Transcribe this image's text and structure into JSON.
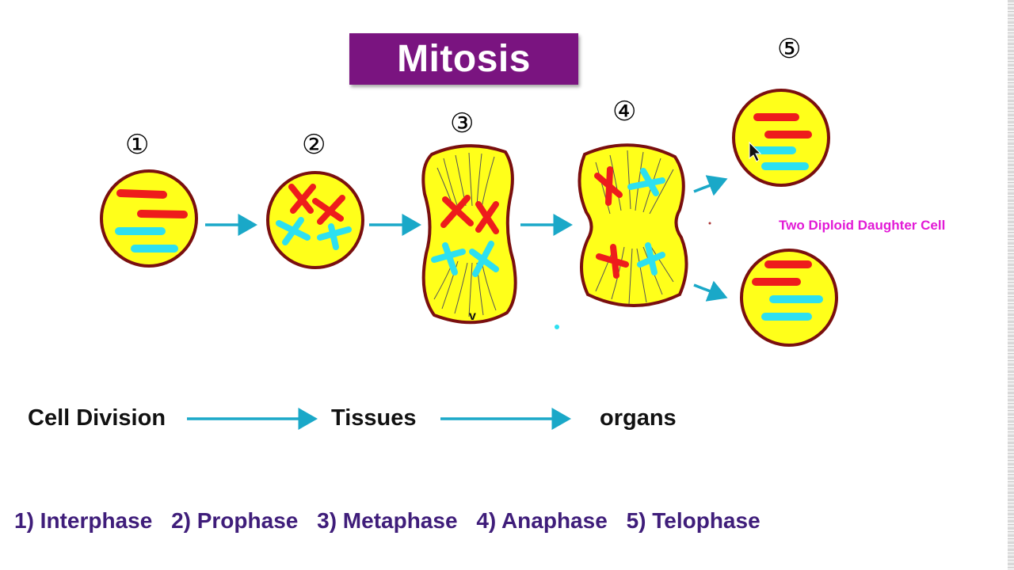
{
  "title": "Mitosis",
  "stage_numbers": [
    "①",
    "②",
    "③",
    "④",
    "⑤"
  ],
  "daughter_label": "Two Diploid Daughter Cell",
  "cell_mark": "v",
  "flow": {
    "step1": "Cell Division",
    "step2": "Tissues",
    "step3": "organs"
  },
  "phases": [
    "1) Interphase",
    "2) Prophase",
    "3) Metaphase",
    "4) Anaphase",
    "5) Telophase"
  ],
  "colors": {
    "title_bg": "#7a1480",
    "cytoplasm": "#ffff1a",
    "membrane": "#7a0f0f",
    "chromosome_red": "#ee1c1c",
    "chromosome_cyan": "#2de0f0",
    "arrow": "#1aa8c8",
    "daughter_label": "#e21ad6",
    "phase_text": "#3f1d7a"
  },
  "icons": [
    "arrow-right-icon",
    "mouse-cursor-icon"
  ]
}
